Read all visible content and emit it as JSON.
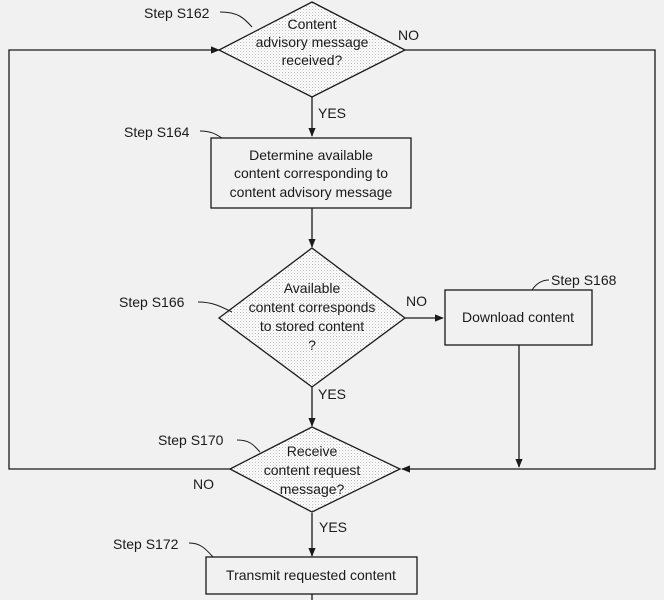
{
  "steps": {
    "s162": {
      "label": "Step S162",
      "text": [
        "Content",
        "advisory message",
        "received?"
      ]
    },
    "s164": {
      "label": "Step S164",
      "text": [
        "Determine available",
        "content corresponding to",
        "content advisory message"
      ]
    },
    "s166": {
      "label": "Step S166",
      "text": [
        "Available",
        "content corresponds",
        "to stored content",
        "?"
      ]
    },
    "s168": {
      "label": "Step S168",
      "text": [
        "Download content"
      ]
    },
    "s170": {
      "label": "Step S170",
      "text": [
        "Receive",
        "content request",
        "message?"
      ]
    },
    "s172": {
      "label": "Step S172",
      "text": [
        "Transmit requested content"
      ]
    }
  },
  "branches": {
    "s162_no": "NO",
    "s162_yes": "YES",
    "s166_no": "NO",
    "s166_yes": "YES",
    "s170_no": "NO",
    "s170_yes": "YES"
  }
}
